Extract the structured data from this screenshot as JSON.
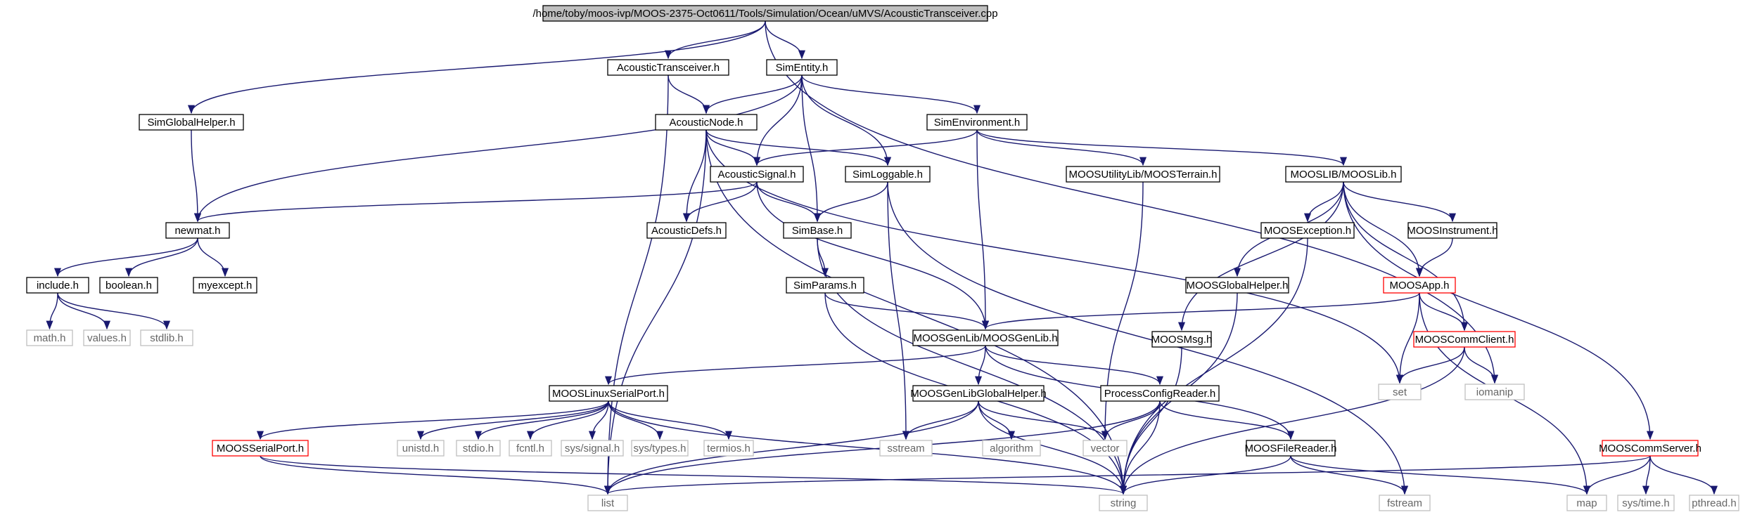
{
  "styles": {
    "normal_stroke": "#000000",
    "normal_fill": "#ffffff",
    "normal_text": "#000000",
    "root_fill": "#bfbfbf",
    "missing_stroke": "#bfbfbf",
    "missing_text": "#666666",
    "truncated_stroke": "#ff0000",
    "edge_color": "#191970"
  },
  "nodes": [
    {
      "id": "root",
      "label": "/home/toby/moos-ivp/MOOS-2375-Oct0611/Tools/Simulation/Ocean/uMVS/AcousticTransceiver.cpp",
      "style": "root"
    },
    {
      "id": "acoustictransceiver",
      "label": "AcousticTransceiver.h",
      "style": "normal"
    },
    {
      "id": "simentity",
      "label": "SimEntity.h",
      "style": "normal"
    },
    {
      "id": "simglobalhelper",
      "label": "SimGlobalHelper.h",
      "style": "normal"
    },
    {
      "id": "acousticnode",
      "label": "AcousticNode.h",
      "style": "normal"
    },
    {
      "id": "simenvironment",
      "label": "SimEnvironment.h",
      "style": "normal"
    },
    {
      "id": "acousticsignal",
      "label": "AcousticSignal.h",
      "style": "normal"
    },
    {
      "id": "simloggable",
      "label": "SimLoggable.h",
      "style": "normal"
    },
    {
      "id": "moosterrain",
      "label": "MOOSUtilityLib/MOOSTerrain.h",
      "style": "normal"
    },
    {
      "id": "mooslib",
      "label": "MOOSLIB/MOOSLib.h",
      "style": "normal"
    },
    {
      "id": "newmat",
      "label": "newmat.h",
      "style": "normal"
    },
    {
      "id": "acousticdefs",
      "label": "AcousticDefs.h",
      "style": "normal"
    },
    {
      "id": "simbase",
      "label": "SimBase.h",
      "style": "normal"
    },
    {
      "id": "moosexception",
      "label": "MOOSException.h",
      "style": "normal"
    },
    {
      "id": "moosinstrument",
      "label": "MOOSInstrument.h",
      "style": "normal"
    },
    {
      "id": "include",
      "label": "include.h",
      "style": "normal"
    },
    {
      "id": "boolean",
      "label": "boolean.h",
      "style": "normal"
    },
    {
      "id": "myexcept",
      "label": "myexcept.h",
      "style": "normal"
    },
    {
      "id": "simparams",
      "label": "SimParams.h",
      "style": "normal"
    },
    {
      "id": "moosglobalhelper",
      "label": "MOOSGlobalHelper.h",
      "style": "normal"
    },
    {
      "id": "moosapp",
      "label": "MOOSApp.h",
      "style": "truncated"
    },
    {
      "id": "mathh",
      "label": "math.h",
      "style": "missing"
    },
    {
      "id": "valuesh",
      "label": "values.h",
      "style": "missing"
    },
    {
      "id": "stdlibh",
      "label": "stdlib.h",
      "style": "missing"
    },
    {
      "id": "moosgenlib",
      "label": "MOOSGenLib/MOOSGenLib.h",
      "style": "normal"
    },
    {
      "id": "moosmsg",
      "label": "MOOSMsg.h",
      "style": "normal"
    },
    {
      "id": "mooscommclient",
      "label": "MOOSCommClient.h",
      "style": "truncated"
    },
    {
      "id": "set",
      "label": "set",
      "style": "missing"
    },
    {
      "id": "iomanip",
      "label": "iomanip",
      "style": "missing"
    },
    {
      "id": "mooslinuxserialport",
      "label": "MOOSLinuxSerialPort.h",
      "style": "normal"
    },
    {
      "id": "moosgenlibglobalhelper",
      "label": "MOOSGenLibGlobalHelper.h",
      "style": "normal"
    },
    {
      "id": "processconfigreader",
      "label": "ProcessConfigReader.h",
      "style": "normal"
    },
    {
      "id": "moosserialport",
      "label": "MOOSSerialPort.h",
      "style": "truncated"
    },
    {
      "id": "unistd",
      "label": "unistd.h",
      "style": "missing"
    },
    {
      "id": "stdio",
      "label": "stdio.h",
      "style": "missing"
    },
    {
      "id": "fcntl",
      "label": "fcntl.h",
      "style": "missing"
    },
    {
      "id": "syssignal",
      "label": "sys/signal.h",
      "style": "missing"
    },
    {
      "id": "systypes",
      "label": "sys/types.h",
      "style": "missing"
    },
    {
      "id": "termios",
      "label": "termios.h",
      "style": "missing"
    },
    {
      "id": "sstream",
      "label": "sstream",
      "style": "missing"
    },
    {
      "id": "algorithm",
      "label": "algorithm",
      "style": "missing"
    },
    {
      "id": "vector",
      "label": "vector",
      "style": "missing"
    },
    {
      "id": "moosfilereader",
      "label": "MOOSFileReader.h",
      "style": "normal"
    },
    {
      "id": "mooscommserver",
      "label": "MOOSCommServer.h",
      "style": "truncated"
    },
    {
      "id": "list",
      "label": "list",
      "style": "missing"
    },
    {
      "id": "string",
      "label": "string",
      "style": "missing"
    },
    {
      "id": "fstream",
      "label": "fstream",
      "style": "missing"
    },
    {
      "id": "map",
      "label": "map",
      "style": "missing"
    },
    {
      "id": "systime",
      "label": "sys/time.h",
      "style": "missing"
    },
    {
      "id": "pthread",
      "label": "pthread.h",
      "style": "missing"
    }
  ],
  "edges": [
    [
      "root",
      "acoustictransceiver"
    ],
    [
      "root",
      "simentity"
    ],
    [
      "root",
      "simglobalhelper"
    ],
    [
      "root",
      "iomanip"
    ],
    [
      "acoustictransceiver",
      "acousticnode"
    ],
    [
      "acoustictransceiver",
      "list"
    ],
    [
      "simentity",
      "acousticnode"
    ],
    [
      "simentity",
      "simenvironment"
    ],
    [
      "simentity",
      "acousticsignal"
    ],
    [
      "simentity",
      "simloggable"
    ],
    [
      "simentity",
      "simbase"
    ],
    [
      "simentity",
      "newmat"
    ],
    [
      "simglobalhelper",
      "newmat"
    ],
    [
      "acousticnode",
      "acousticsignal"
    ],
    [
      "acousticnode",
      "simloggable"
    ],
    [
      "acousticnode",
      "acousticdefs"
    ],
    [
      "acousticnode",
      "set"
    ],
    [
      "acousticnode",
      "list"
    ],
    [
      "acousticnode",
      "string"
    ],
    [
      "simenvironment",
      "acousticsignal"
    ],
    [
      "simenvironment",
      "moosterrain"
    ],
    [
      "simenvironment",
      "mooslib"
    ],
    [
      "simenvironment",
      "moosgenlib"
    ],
    [
      "acousticsignal",
      "newmat"
    ],
    [
      "acousticsignal",
      "acousticdefs"
    ],
    [
      "acousticsignal",
      "simbase"
    ],
    [
      "acousticsignal",
      "moosgenlib"
    ],
    [
      "simloggable",
      "simbase"
    ],
    [
      "simloggable",
      "sstream"
    ],
    [
      "simloggable",
      "fstream"
    ],
    [
      "moosterrain",
      "vector"
    ],
    [
      "mooslib",
      "moosexception"
    ],
    [
      "mooslib",
      "moosinstrument"
    ],
    [
      "mooslib",
      "moosglobalhelper"
    ],
    [
      "mooslib",
      "moosapp"
    ],
    [
      "mooslib",
      "moosmsg"
    ],
    [
      "mooslib",
      "mooscommclient"
    ],
    [
      "mooslib",
      "mooscommserver"
    ],
    [
      "newmat",
      "include"
    ],
    [
      "newmat",
      "boolean"
    ],
    [
      "newmat",
      "myexcept"
    ],
    [
      "simbase",
      "simparams"
    ],
    [
      "simbase",
      "string"
    ],
    [
      "moosexception",
      "string"
    ],
    [
      "moosinstrument",
      "moosapp"
    ],
    [
      "include",
      "mathh"
    ],
    [
      "include",
      "valuesh"
    ],
    [
      "include",
      "stdlibh"
    ],
    [
      "simparams",
      "moosgenlib"
    ],
    [
      "simparams",
      "string"
    ],
    [
      "moosglobalhelper",
      "string"
    ],
    [
      "moosapp",
      "moosgenlib"
    ],
    [
      "moosapp",
      "mooscommclient"
    ],
    [
      "moosapp",
      "set"
    ],
    [
      "moosapp",
      "map"
    ],
    [
      "moosgenlib",
      "mooslinuxserialport"
    ],
    [
      "moosgenlib",
      "moosgenlibglobalhelper"
    ],
    [
      "moosgenlib",
      "processconfigreader"
    ],
    [
      "moosgenlib",
      "moosfilereader"
    ],
    [
      "moosmsg",
      "string"
    ],
    [
      "mooscommclient",
      "set"
    ],
    [
      "mooscommclient",
      "iomanip"
    ],
    [
      "mooscommclient",
      "string"
    ],
    [
      "mooslinuxserialport",
      "moosserialport"
    ],
    [
      "mooslinuxserialport",
      "unistd"
    ],
    [
      "mooslinuxserialport",
      "stdio"
    ],
    [
      "mooslinuxserialport",
      "fcntl"
    ],
    [
      "mooslinuxserialport",
      "syssignal"
    ],
    [
      "mooslinuxserialport",
      "systypes"
    ],
    [
      "mooslinuxserialport",
      "termios"
    ],
    [
      "mooslinuxserialport",
      "string"
    ],
    [
      "moosgenlibglobalhelper",
      "sstream"
    ],
    [
      "moosgenlibglobalhelper",
      "algorithm"
    ],
    [
      "moosgenlibglobalhelper",
      "vector"
    ],
    [
      "moosgenlibglobalhelper",
      "string"
    ],
    [
      "moosgenlibglobalhelper",
      "list"
    ],
    [
      "processconfigreader",
      "moosfilereader"
    ],
    [
      "processconfigreader",
      "vector"
    ],
    [
      "processconfigreader",
      "string"
    ],
    [
      "processconfigreader",
      "list"
    ],
    [
      "moosserialport",
      "string"
    ],
    [
      "moosserialport",
      "list"
    ],
    [
      "moosfilereader",
      "string"
    ],
    [
      "moosfilereader",
      "fstream"
    ],
    [
      "moosfilereader",
      "map"
    ],
    [
      "mooscommserver",
      "list"
    ],
    [
      "mooscommserver",
      "map"
    ],
    [
      "mooscommserver",
      "systime"
    ],
    [
      "mooscommserver",
      "pthread"
    ]
  ]
}
